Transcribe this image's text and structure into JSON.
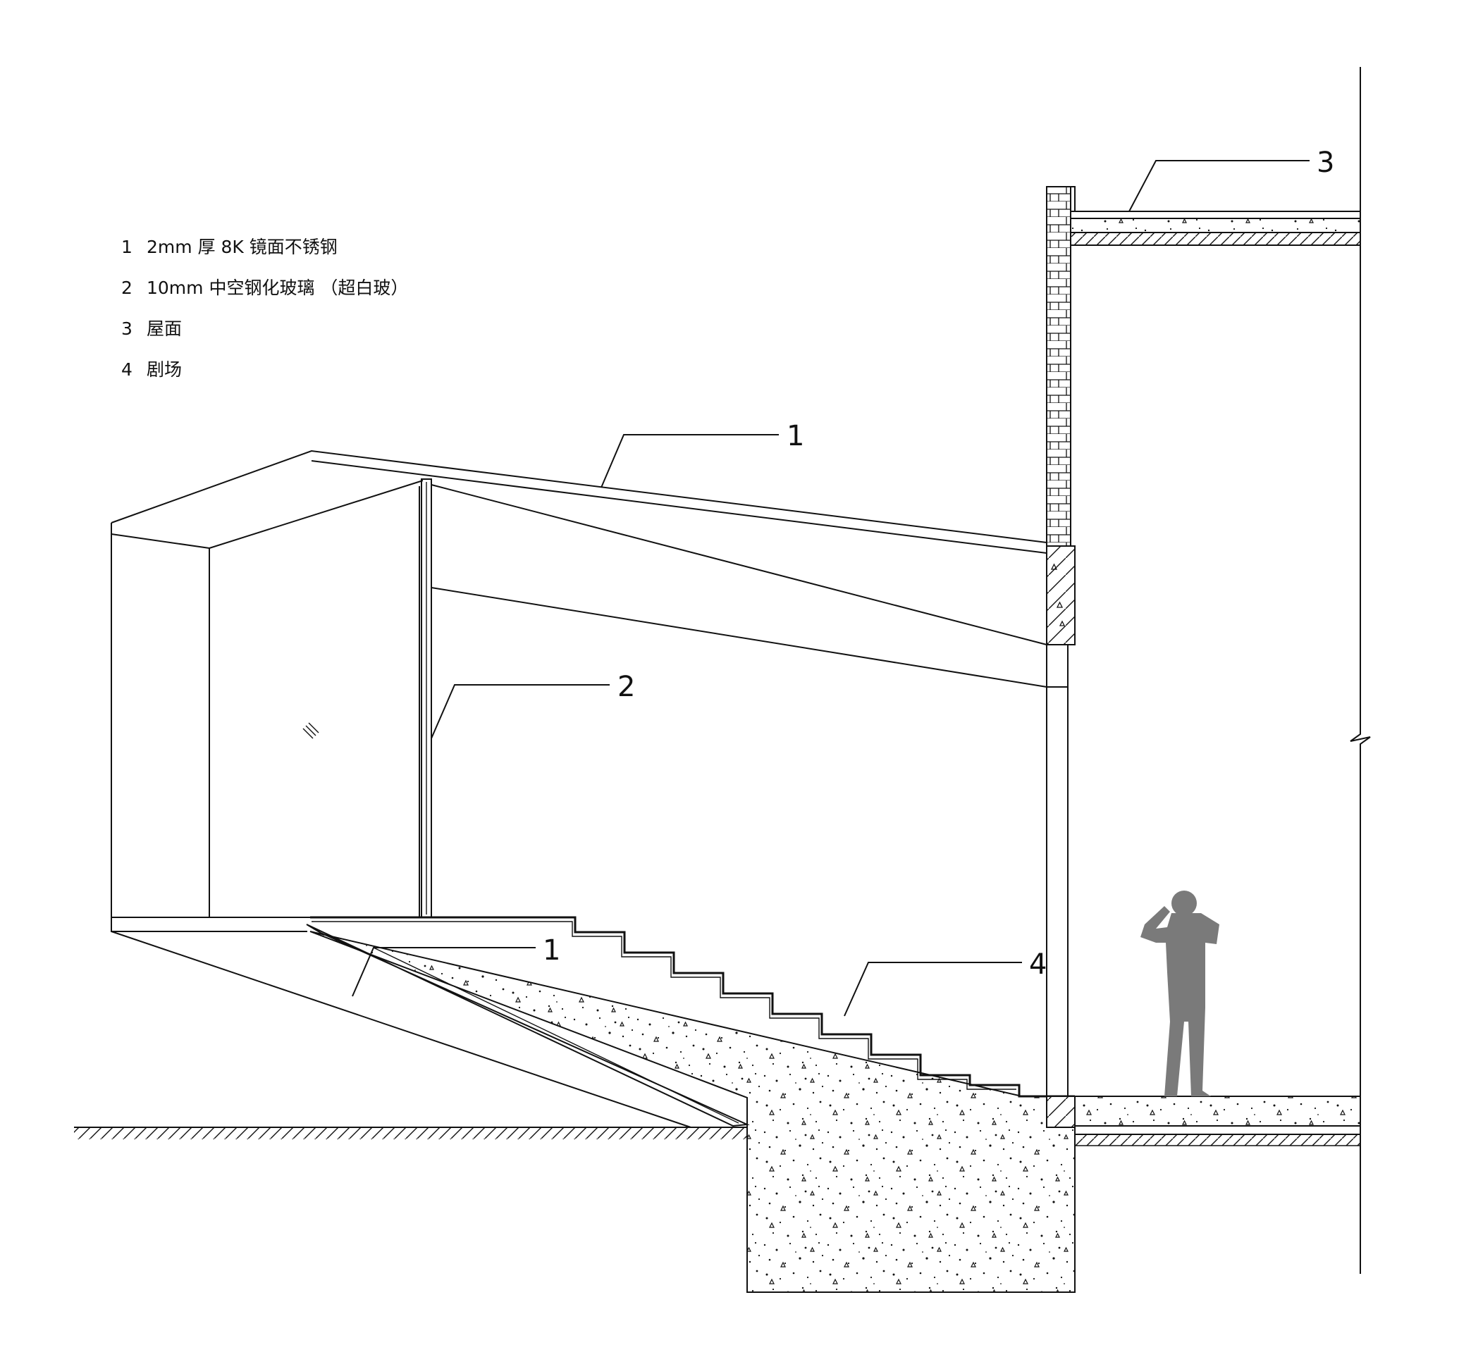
{
  "legend": [
    {
      "num": "1",
      "text": "2mm 厚 8K 镜面不锈钢"
    },
    {
      "num": "2",
      "text": "10mm 中空钢化玻璃 （超白玻）"
    },
    {
      "num": "3",
      "text": "屋面"
    },
    {
      "num": "4",
      "text": "剧场"
    }
  ],
  "callouts": {
    "roof_mirror": "1",
    "glass": "2",
    "roof": "3",
    "underside_mirror": "1",
    "theatre": "4"
  },
  "colors": {
    "line": "#111111",
    "human_figure": "#7a7a7a"
  }
}
